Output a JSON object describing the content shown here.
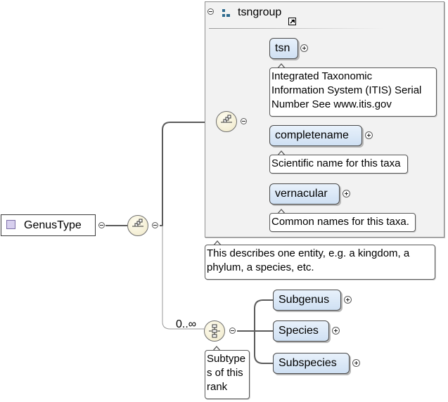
{
  "root_element": {
    "label": "GenusType"
  },
  "group": {
    "label": "tsngroup"
  },
  "group_children": [
    {
      "label": "tsn",
      "doc": [
        "Integrated Taxonomic",
        "Information System (ITIS) Serial",
        "Number See www.itis.gov"
      ]
    },
    {
      "label": "completename",
      "doc": [
        "Scientific name for this taxa"
      ]
    },
    {
      "label": "vernacular",
      "doc": [
        "Common names for this taxa."
      ]
    }
  ],
  "group_doc": [
    "This describes one entity, e.g. a kingdom, a",
    "phylum, a species, etc."
  ],
  "subtype": {
    "occurrence": "0..∞",
    "doc": [
      "Subtype",
      "s of this",
      "rank"
    ],
    "children": [
      {
        "label": "Subgenus"
      },
      {
        "label": "Species"
      },
      {
        "label": "Subspecies"
      }
    ]
  },
  "icons": {
    "root": "element-square-icon",
    "sequence": "sequence-compositor-icon",
    "choice": "choice-compositor-icon",
    "group": "group-icon",
    "link": "link-arrow-icon"
  },
  "colors": {
    "element_fill": "#dbe8f6",
    "element_border": "#4a4a4a",
    "group_box": "#f2f2f2",
    "compositor_fill": "#f6f1da",
    "root_square": "#d7cfee",
    "group_icon": "#2d6a8e"
  }
}
